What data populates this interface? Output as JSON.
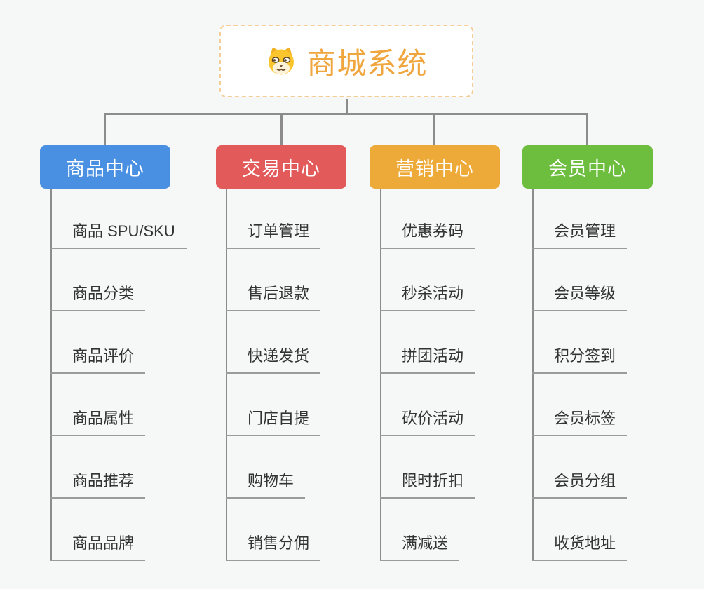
{
  "root": {
    "title": "商城系统",
    "icon": "dog-face-icon",
    "text_color": "#F0A63E",
    "border_color": "#F4CE96"
  },
  "branches": [
    {
      "label": "商品中心",
      "color": "#4A90E2",
      "items": [
        "商品 SPU/SKU",
        "商品分类",
        "商品评价",
        "商品属性",
        "商品推荐",
        "商品品牌"
      ]
    },
    {
      "label": "交易中心",
      "color": "#E25A5A",
      "items": [
        "订单管理",
        "售后退款",
        "快递发货",
        "门店自提",
        "购物车",
        "销售分佣"
      ]
    },
    {
      "label": "营销中心",
      "color": "#EEAA38",
      "items": [
        "优惠券码",
        "秒杀活动",
        "拼团活动",
        "砍价活动",
        "限时折扣",
        "满减送"
      ]
    },
    {
      "label": "会员中心",
      "color": "#6DBD3F",
      "items": [
        "会员管理",
        "会员等级",
        "积分签到",
        "会员标签",
        "会员分组",
        "收货地址"
      ]
    }
  ],
  "colors": {
    "connector": "#8C8C8C",
    "underline": "#9B9B9B",
    "item_text": "#333333",
    "background": "#F6F7F7"
  }
}
